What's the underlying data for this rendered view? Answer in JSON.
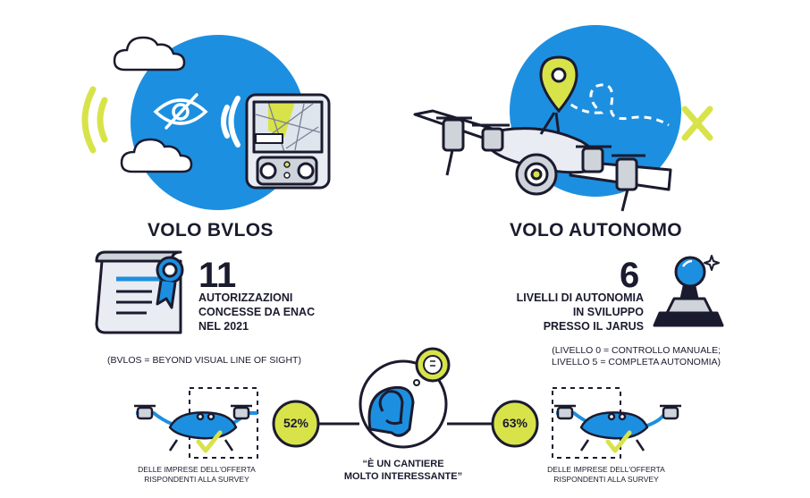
{
  "left": {
    "heading": "VOLO BVLOS",
    "number": "11",
    "lines": [
      "AUTORIZZAZIONI",
      "CONCESSE DA ENAC",
      "NEL 2021"
    ],
    "note": "(BVLOS = BEYOND VISUAL LINE OF SIGHT)"
  },
  "right": {
    "heading": "VOLO AUTONOMO",
    "number": "6",
    "lines": [
      "LIVELLI DI AUTONOMIA",
      "IN SVILUPPO",
      "PRESSO IL JARUS"
    ],
    "note": [
      "(LIVELLO 0 = CONTROLLO MANUALE;",
      "LIVELLO 5 = COMPLETA AUTONOMIA)"
    ]
  },
  "bottom": {
    "left_percent": "52%",
    "right_percent": "63%",
    "left_caption": [
      "DELLE IMPRESE DELL'OFFERTA",
      "RISPONDENTI ALLA SURVEY"
    ],
    "right_caption": [
      "DELLE IMPRESE DELL'OFFERTA",
      "RISPONDENTI ALLA SURVEY"
    ],
    "quote": [
      "“È UN CANTIERE",
      "MOLTO INTERESSANTE”"
    ]
  },
  "colors": {
    "blue": "#1d8fe0",
    "navy": "#1b1b2f",
    "lime": "#d8e34a",
    "grey": "#cfd3da",
    "white": "#ffffff"
  }
}
